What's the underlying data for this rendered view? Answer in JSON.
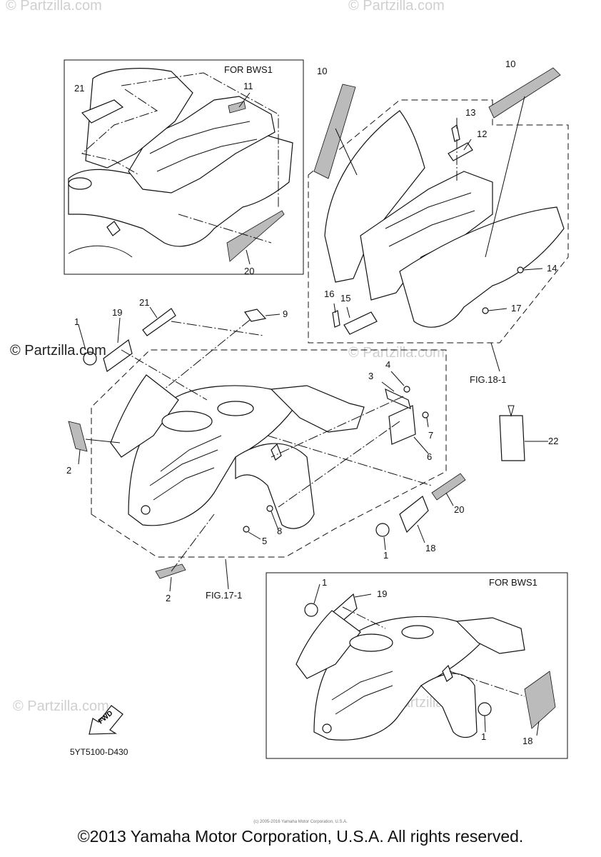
{
  "watermark": "© Partzilla.com",
  "partzilla_label": "© Partzilla.com",
  "inset_top_label": "FOR BWS1",
  "inset_bottom_label": "FOR BWS1",
  "fig_refs": {
    "rear": "FIG.18-1",
    "front": "FIG.17-1"
  },
  "fwd_label": "FWD",
  "diagram_code": "5YT5100-D430",
  "tiny_copyright": "(c) 2005-2016 Yamaha Motor Corporation, U.S.A.",
  "footer": "©2013 Yamaha Motor Corporation, U.S.A. All rights reserved.",
  "callouts": {
    "c1a": "1",
    "c1b": "1",
    "c1c": "1",
    "c1d": "1",
    "c2a": "2",
    "c2b": "2",
    "c3": "3",
    "c4": "4",
    "c5": "5",
    "c6": "6",
    "c7": "7",
    "c8": "8",
    "c9": "9",
    "c10a": "10",
    "c10b": "10",
    "c11": "11",
    "c12": "12",
    "c13": "13",
    "c14": "14",
    "c15": "15",
    "c16": "16",
    "c17": "17",
    "c18a": "18",
    "c18b": "18",
    "c19a": "19",
    "c19b": "19",
    "c20a": "20",
    "c20b": "20",
    "c21a": "21",
    "c21b": "21",
    "c22": "22"
  }
}
